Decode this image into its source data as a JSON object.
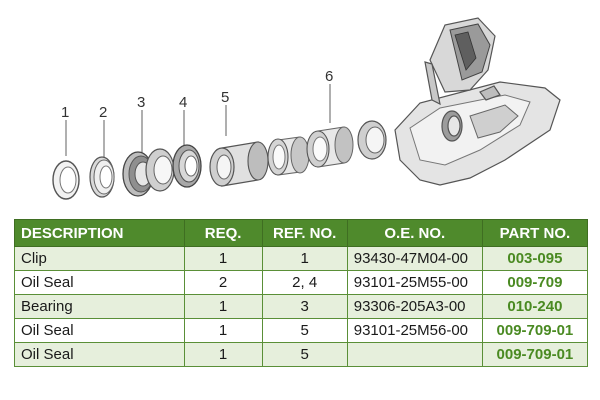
{
  "callouts": [
    "1",
    "2",
    "3",
    "4",
    "5",
    "6"
  ],
  "table": {
    "headers": {
      "description": "DESCRIPTION",
      "req": "REQ.",
      "ref": "REF. NO.",
      "oe": "O.E. NO.",
      "part": "PART NO."
    },
    "rows": [
      {
        "description": "Clip",
        "req": "1",
        "ref": "1",
        "oe": "93430-47M04-00",
        "part": "003-095"
      },
      {
        "description": "Oil Seal",
        "req": "2",
        "ref": "2, 4",
        "oe": "93101-25M55-00",
        "part": "009-709"
      },
      {
        "description": "Bearing",
        "req": "1",
        "ref": "3",
        "oe": "93306-205A3-00",
        "part": "010-240"
      },
      {
        "description": "Oil Seal",
        "req": "1",
        "ref": "5",
        "oe": "93101-25M56-00",
        "part": "009-709-01"
      },
      {
        "description": "Oil Seal",
        "req": "1",
        "ref": "5",
        "oe": "",
        "part": "009-709-01"
      }
    ]
  },
  "colors": {
    "header_bg": "#4f8a2c",
    "row_tint": "#e6efdc",
    "part_no_text": "#4a8a22"
  }
}
